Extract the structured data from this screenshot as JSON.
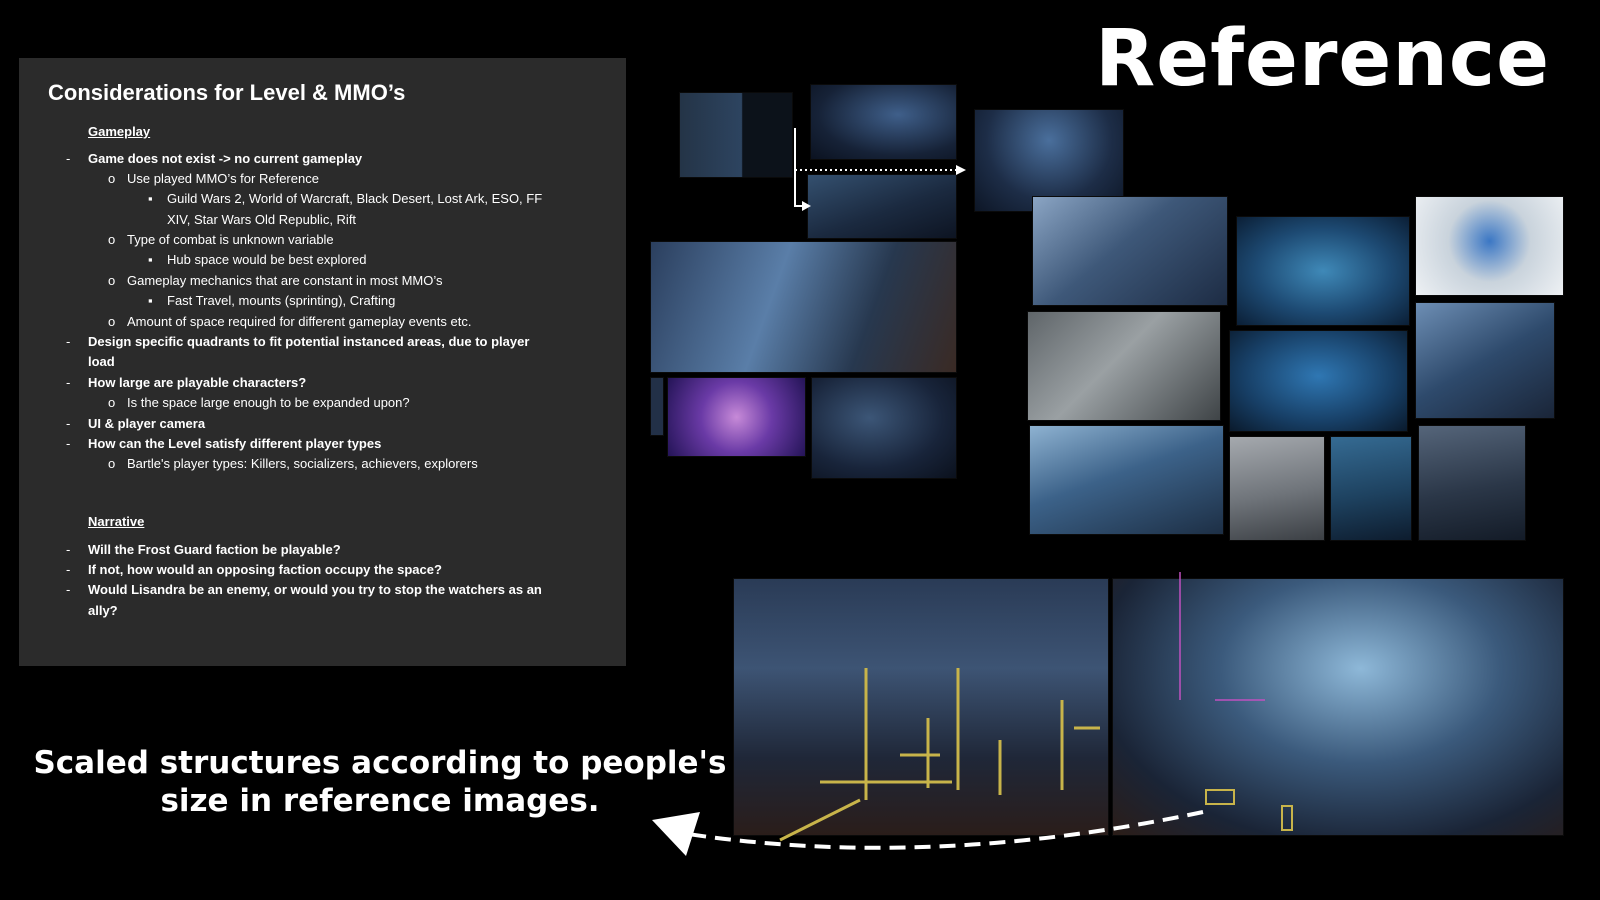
{
  "slide": {
    "title": "Reference",
    "caption_line1": "Scaled structures according to people's",
    "caption_line2": "size in reference images."
  },
  "panel": {
    "heading": "Considerations for Level & MMO’s",
    "gameplay_label": "Gameplay",
    "narrative_label": "Narrative",
    "gameplay": [
      "Game does not exist -> no current gameplay",
      "Use played MMO’s for Reference",
      "Guild Wars 2, World of Warcraft, Black Desert, Lost Ark, ESO, FF",
      "XIV, Star Wars Old Republic, Rift",
      "Type of combat is unknown variable",
      "Hub space would be best explored",
      "Gameplay mechanics that are constant in most MMO’s",
      "Fast Travel, mounts (sprinting), Crafting",
      "Amount of space required for different gameplay events etc.",
      "Design specific quadrants to fit potential instanced areas, due to player",
      "load",
      "How large are playable characters?",
      "Is the space large enough to be expanded upon?",
      "UI & player camera",
      "How can the Level satisfy different player types",
      "Bartle's player types: Killers, socializers, achievers, explorers"
    ],
    "narrative": [
      "Will the Frost Guard faction be playable?",
      "If not, how would an opposing faction occupy the space?",
      "Would Lisandra be an enemy, or would you try to stop the watchers as an",
      "ally?"
    ]
  },
  "colors": {
    "panel_bg": "#2b2b2b",
    "background": "#000000",
    "text": "#ffffff",
    "scale_marker": "#c8b44a"
  }
}
